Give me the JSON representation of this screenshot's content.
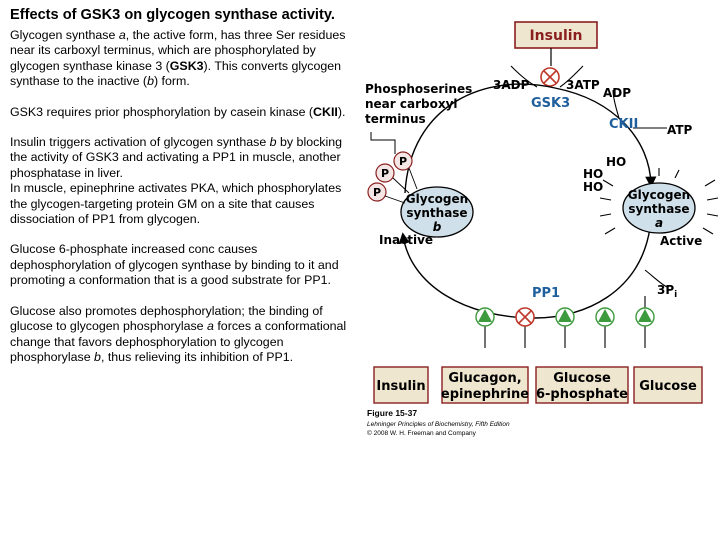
{
  "slide": {
    "title": "Effects of GSK3 on glycogen synthase activity.",
    "paragraphs": [
      {
        "lines": [
          [
            {
              "t": "Glycogen synthase "
            },
            {
              "t": "a",
              "i": true
            },
            {
              "t": ", the active form, has three Ser residues near its carboxyl terminus, which are phosphorylated by glycogen synthase kinase 3 ("
            },
            {
              "t": "GSK3",
              "b": true
            },
            {
              "t": "). This converts glycogen synthase to the inactive ("
            },
            {
              "t": "b",
              "i": true
            },
            {
              "t": ") form."
            }
          ]
        ]
      },
      {
        "lines": [
          [
            {
              "t": "GSK3 requires prior phosphorylation by casein kinase ("
            },
            {
              "t": "CKII",
              "b": true
            },
            {
              "t": ")."
            }
          ]
        ]
      },
      {
        "lines": [
          [
            {
              "t": "Insulin triggers activation of glycogen synthase "
            },
            {
              "t": "b",
              "i": true
            },
            {
              "t": " by blocking the activity of GSK3 and activating a PP1 in muscle, another phosphatase in liver."
            }
          ],
          [
            {
              "t": "In muscle, epinephrine activates PKA, which phosphorylates the glycogen-targeting protein GM on a site that causes dissociation of PP1 from glycogen."
            }
          ]
        ]
      },
      {
        "lines": [
          [
            {
              "t": "Glucose 6-phosphate increased conc causes dephosphorylation of glycogen synthase by binding to it and promoting a conformation that is a good substrate for PP1."
            }
          ]
        ]
      },
      {
        "lines": [
          [
            {
              "t": "Glucose also promotes dephosphorylation; the binding of glucose to glycogen phosphorylase "
            },
            {
              "t": "a",
              "i": true
            },
            {
              "t": " forces a conformational change that favors dephosphorylation to glycogen phosphorylase "
            },
            {
              "t": "b",
              "i": true
            },
            {
              "t": ", thus relieving its inhibition of PP1."
            }
          ]
        ]
      }
    ]
  },
  "figure": {
    "insulin_top": "Insulin",
    "phosphoserines": [
      "Phosphoserines",
      "near carboxyl",
      "terminus"
    ],
    "adp3": "3ADP",
    "atp3": "3ATP",
    "gsk3": "GSK3",
    "adp": "ADP",
    "ckii": "CKII",
    "atp": "ATP",
    "p_mark": "P",
    "ho": "HO",
    "gs_b": [
      "Glycogen",
      "synthase",
      "b"
    ],
    "gs_a": [
      "Glycogen",
      "synthase",
      "a"
    ],
    "inactive": "Inactive",
    "active": "Active",
    "pp1": "PP1",
    "pi3": "3P",
    "pi_sub": "i",
    "boxes": {
      "insulin": "Insulin",
      "glucagon": [
        "Glucagon,",
        "epinephrine"
      ],
      "g6p": [
        "Glucose",
        "6-phosphate"
      ],
      "glucose": "Glucose"
    },
    "caption": {
      "number": "Figure 15-37",
      "book": "Lehninger Principles of Biochemistry, Fifth Edition",
      "copyright": "© 2008 W. H. Freeman and Company"
    },
    "colors": {
      "box_fill": "#efe6cf",
      "box_stroke": "#8a1f1f",
      "enzyme_fill": "#cfe0ea",
      "enzyme_blue": "#1f5f9e",
      "inhibit_red": "#c0392b",
      "activate_green": "#3d9a3d",
      "p_fill": "#f5e6e6"
    }
  }
}
